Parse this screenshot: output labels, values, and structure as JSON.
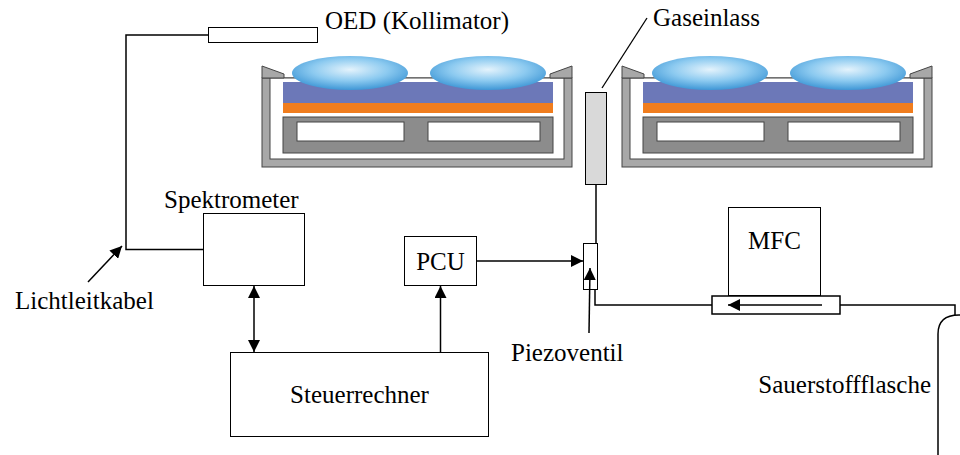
{
  "diagram": {
    "nodes": [
      {
        "text": [
          "OED (Kollimator)"
        ]
      },
      {
        "text": [
          "Gaseinlass"
        ]
      },
      {
        "text": [
          "Spektrometer"
        ]
      },
      {
        "text": [
          "PCU"
        ]
      },
      {
        "text": [
          "MFC"
        ]
      },
      {
        "text": [
          "Piezoventil"
        ]
      },
      {
        "text": [
          "Steuerrechner"
        ]
      },
      {
        "text": [
          "Sauerstoffflasche"
        ]
      }
    ],
    "edges": [
      {
        "from": 0,
        "to": 2,
        "arrow": "none"
      },
      {
        "from": 2,
        "to": 6,
        "arrow": "both"
      },
      {
        "from": 6,
        "to": 3,
        "arrow": "to"
      },
      {
        "from": 3,
        "to": 5,
        "arrow": "to"
      },
      {
        "from": 5,
        "to": 1,
        "arrow": "none"
      },
      {
        "from": 7,
        "to": 4,
        "arrow": "none"
      },
      {
        "from": 4,
        "to": 5,
        "arrow": "none"
      }
    ],
    "labels": [
      "Lichtleitkabel"
    ]
  }
}
